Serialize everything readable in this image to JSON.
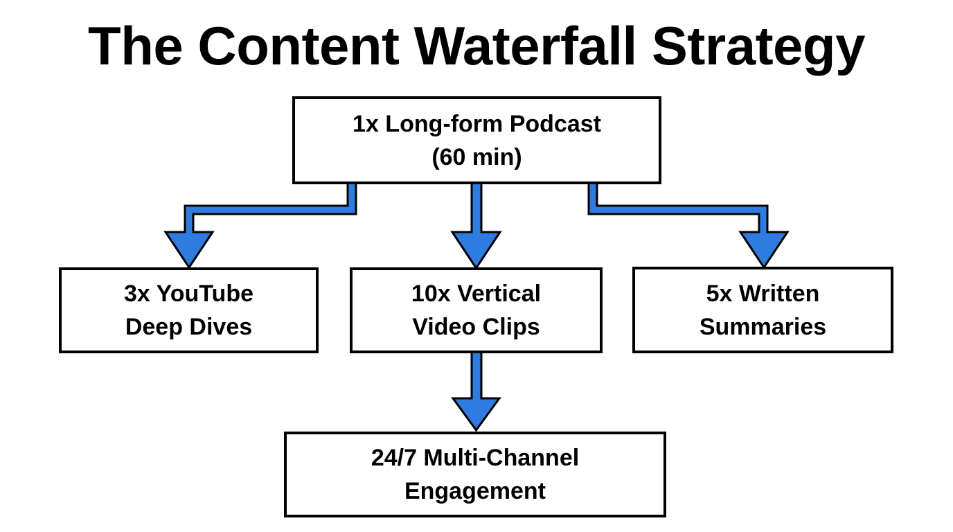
{
  "title": "The Content Waterfall Strategy",
  "colors": {
    "background": "#FFFFFF",
    "text": "#000000",
    "box_border": "#000000",
    "arrow_fill": "#2F7CE0",
    "arrow_outline": "#000000"
  },
  "nodes": {
    "source": {
      "lines": [
        "1x Long-form Podcast",
        "(60 min)"
      ]
    },
    "youtube": {
      "lines": [
        "3x YouTube",
        "Deep Dives"
      ]
    },
    "vertical": {
      "lines": [
        "10x Vertical",
        "Video Clips"
      ]
    },
    "written": {
      "lines": [
        "5x Written",
        "Summaries"
      ]
    },
    "engagement": {
      "lines": [
        "24/7 Multi-Channel",
        "Engagement"
      ]
    }
  },
  "edges": [
    {
      "from": "source",
      "to": "youtube"
    },
    {
      "from": "source",
      "to": "vertical"
    },
    {
      "from": "source",
      "to": "written"
    },
    {
      "from": "vertical",
      "to": "engagement"
    }
  ]
}
